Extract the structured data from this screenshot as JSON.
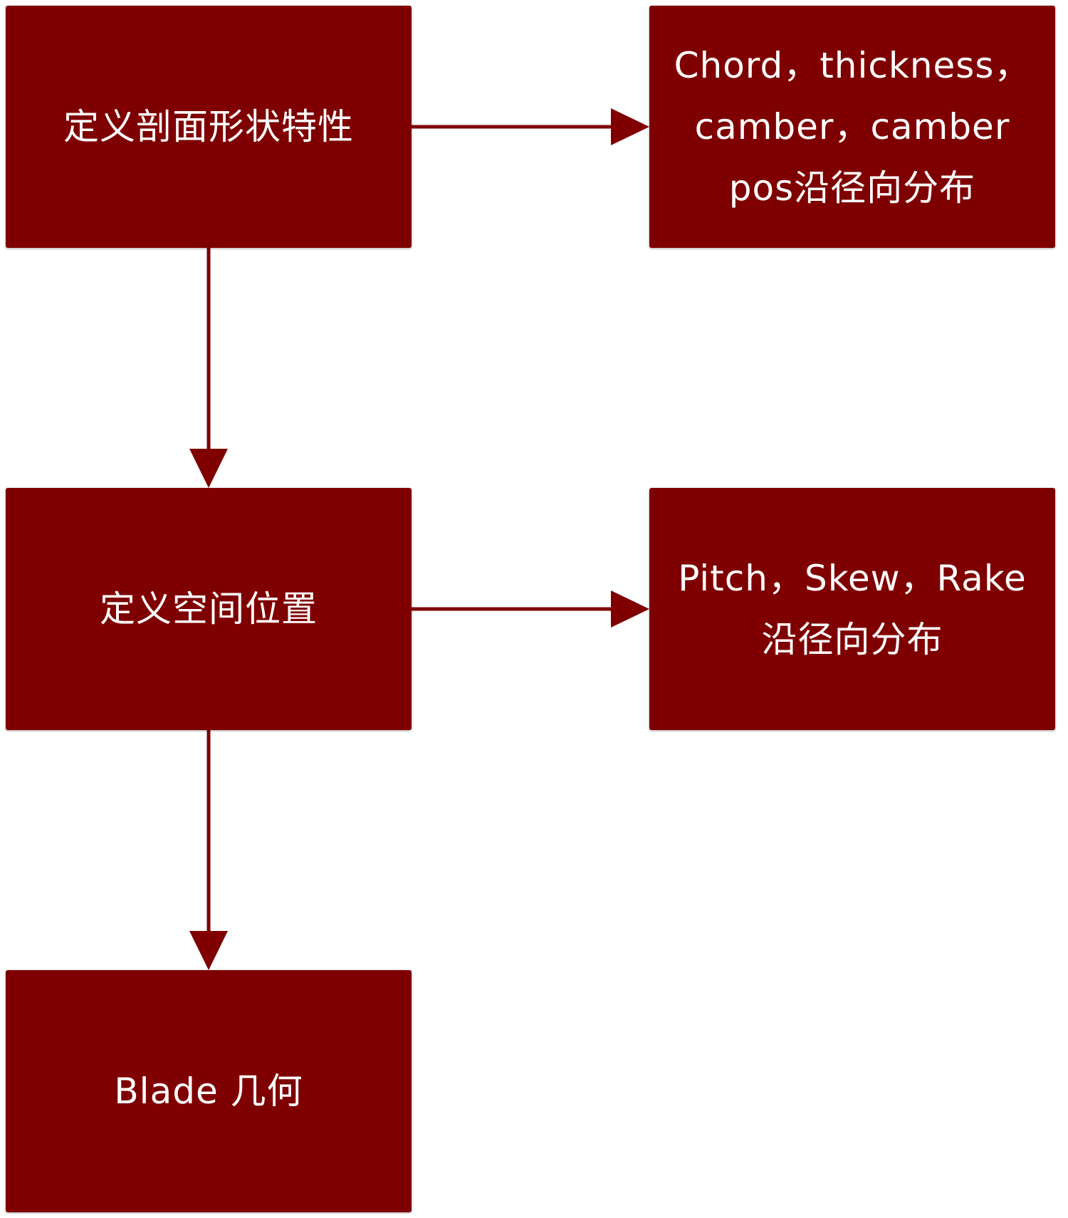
{
  "diagram": {
    "nodes": {
      "profile": {
        "label": "定义剖面形状特性"
      },
      "chord": {
        "lines": [
          "Chord，thickness，",
          "camber，camber",
          "pos沿径向分布"
        ]
      },
      "space": {
        "label": "定义空间位置"
      },
      "pitch": {
        "lines": [
          "Pitch，Skew，Rake",
          "沿径向分布"
        ]
      },
      "blade": {
        "label": "Blade 几何"
      }
    },
    "edges": [
      {
        "from": "profile",
        "to": "chord"
      },
      {
        "from": "profile",
        "to": "space"
      },
      {
        "from": "space",
        "to": "pitch"
      },
      {
        "from": "space",
        "to": "blade"
      }
    ]
  },
  "colors": {
    "box_fill": "#7f0000",
    "arrow": "#800000",
    "text": "#ffffff"
  }
}
